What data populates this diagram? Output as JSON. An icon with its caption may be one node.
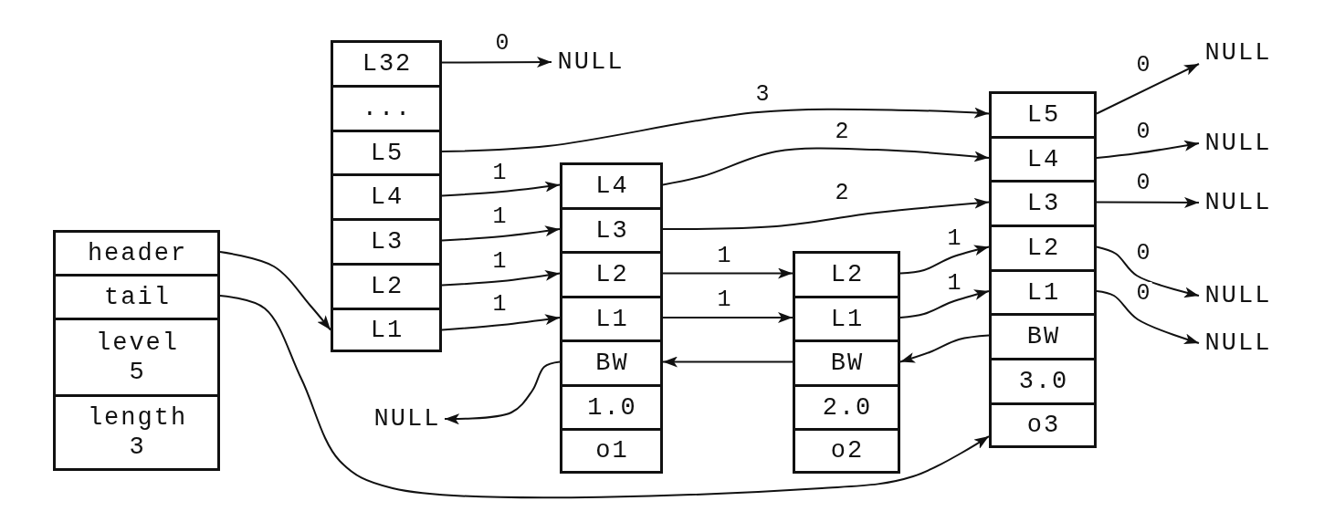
{
  "diagram": {
    "nodes": [
      {
        "text": [],
        "shape": "box"
      },
      {
        "text": [
          "header"
        ],
        "in": 0
      },
      {
        "text": [
          "tail"
        ],
        "in": 0
      },
      {
        "text": [
          "level",
          "5"
        ],
        "in": 0
      },
      {
        "text": [
          "length",
          "3"
        ],
        "in": 0
      },
      {
        "text": [],
        "shape": "box"
      },
      {
        "text": [
          "L32"
        ],
        "in": 5
      },
      {
        "text": [
          "..."
        ],
        "in": 5
      },
      {
        "text": [
          "L5"
        ],
        "in": 5
      },
      {
        "text": [
          "L4"
        ],
        "in": 5
      },
      {
        "text": [
          "L3"
        ],
        "in": 5
      },
      {
        "text": [
          "L2"
        ],
        "in": 5
      },
      {
        "text": [
          "L1"
        ],
        "in": 5
      },
      {
        "text": [],
        "shape": "box"
      },
      {
        "text": [
          "L4"
        ],
        "in": 13
      },
      {
        "text": [
          "L3"
        ],
        "in": 13
      },
      {
        "text": [
          "L2"
        ],
        "in": 13
      },
      {
        "text": [
          "L1"
        ],
        "in": 13
      },
      {
        "text": [
          "BW"
        ],
        "in": 13
      },
      {
        "text": [
          "1.0"
        ],
        "in": 13
      },
      {
        "text": [
          "o1"
        ],
        "in": 13
      },
      {
        "text": [],
        "shape": "box"
      },
      {
        "text": [
          "L2"
        ],
        "in": 21
      },
      {
        "text": [
          "L1"
        ],
        "in": 21
      },
      {
        "text": [
          "BW"
        ],
        "in": 21
      },
      {
        "text": [
          "2.0"
        ],
        "in": 21
      },
      {
        "text": [
          "o2"
        ],
        "in": 21
      },
      {
        "text": [],
        "shape": "box"
      },
      {
        "text": [
          "L5"
        ],
        "in": 27
      },
      {
        "text": [
          "L4"
        ],
        "in": 27
      },
      {
        "text": [
          "L3"
        ],
        "in": 27
      },
      {
        "text": [
          "L2"
        ],
        "in": 27
      },
      {
        "text": [
          "L1"
        ],
        "in": 27
      },
      {
        "text": [
          "BW"
        ],
        "in": 27
      },
      {
        "text": [
          "3.0"
        ],
        "in": 27
      },
      {
        "text": [
          "o3"
        ],
        "in": 27
      },
      {
        "text": [
          "NULL"
        ]
      },
      {
        "text": [
          "NULL"
        ]
      },
      {
        "text": [
          "NULL"
        ]
      },
      {
        "text": [
          "NULL"
        ]
      },
      {
        "text": [
          "NULL"
        ]
      },
      {
        "text": [
          "NULL"
        ]
      },
      {
        "text": [
          "NULL"
        ]
      }
    ],
    "edges": [
      {
        "from": 1,
        "to": 12,
        "arrow": "to"
      },
      {
        "from": 2,
        "to": 27,
        "arrow": "to"
      },
      {
        "from": 6,
        "to": 36,
        "arrow": "to",
        "label": "0"
      },
      {
        "from": 8,
        "to": 28,
        "arrow": "to",
        "label": "3"
      },
      {
        "from": 9,
        "to": 14,
        "arrow": "to",
        "label": "1"
      },
      {
        "from": 10,
        "to": 15,
        "arrow": "to",
        "label": "1"
      },
      {
        "from": 11,
        "to": 16,
        "arrow": "to",
        "label": "1"
      },
      {
        "from": 12,
        "to": 17,
        "arrow": "to",
        "label": "1"
      },
      {
        "from": 14,
        "to": 29,
        "arrow": "to",
        "label": "2"
      },
      {
        "from": 15,
        "to": 30,
        "arrow": "to",
        "label": "2"
      },
      {
        "from": 16,
        "to": 22,
        "arrow": "to",
        "label": "1"
      },
      {
        "from": 17,
        "to": 23,
        "arrow": "to",
        "label": "1"
      },
      {
        "from": 18,
        "to": 42,
        "arrow": "to"
      },
      {
        "from": 22,
        "to": 31,
        "arrow": "to",
        "label": "1"
      },
      {
        "from": 23,
        "to": 32,
        "arrow": "to",
        "label": "1"
      },
      {
        "from": 33,
        "to": 24,
        "arrow": "to"
      },
      {
        "from": 24,
        "to": 18,
        "arrow": "to"
      },
      {
        "from": 28,
        "to": 37,
        "arrow": "to",
        "label": "0"
      },
      {
        "from": 29,
        "to": 38,
        "arrow": "to",
        "label": "0"
      },
      {
        "from": 30,
        "to": 39,
        "arrow": "to",
        "label": "0"
      },
      {
        "from": 31,
        "to": 40,
        "arrow": "to",
        "label": "0"
      },
      {
        "from": 32,
        "to": 41,
        "arrow": "to",
        "label": "0"
      }
    ]
  }
}
